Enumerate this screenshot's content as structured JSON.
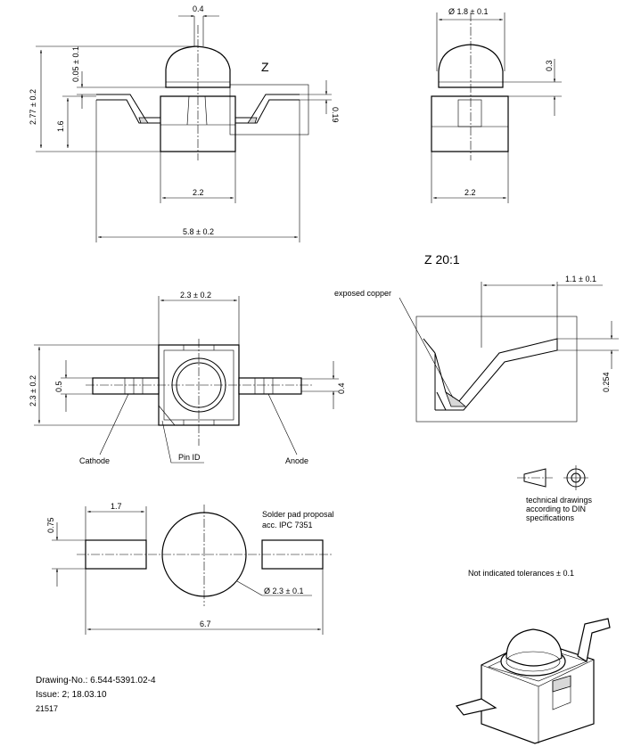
{
  "front_view": {
    "dim_top": "0.4",
    "dim_lens_offset": "0.05 ± 0.1",
    "dim_height": "2.77 ± 0.2",
    "dim_lead_height": "1.6",
    "dim_lead_thk": "0.19",
    "dim_body_w": "2.2",
    "dim_total_w": "5.8 ± 0.2",
    "detail_mark": "Z"
  },
  "side_view": {
    "dim_lens_dia": "Ø 1.8 ± 0.1",
    "dim_lens_h": "0.3",
    "dim_body_w": "2.2"
  },
  "detail_view": {
    "title": "Z 20:1",
    "label_copper": "exposed copper",
    "dim_width": "1.1 ± 0.1",
    "dim_thk": "0.254"
  },
  "top_view": {
    "dim_width": "2.3 ± 0.2",
    "dim_height": "2.3 ± 0.2",
    "dim_lead_w": "0.5",
    "dim_lead_w2": "0.4",
    "label_cathode": "Cathode",
    "label_pin": "Pin ID",
    "label_anode": "Anode"
  },
  "solder_pad": {
    "dim_pad_len": "1.7",
    "dim_pad_h": "0.75",
    "dim_circle": "Ø 2.3 ± 0.1",
    "dim_total": "6.7",
    "label_line1": "Solder pad proposal",
    "label_line2": "acc. IPC 7351"
  },
  "notes": {
    "din_line1": "technical drawings",
    "din_line2": "according to DIN",
    "din_line3": "specifications",
    "tolerance": "Not indicated tolerances ± 0.1"
  },
  "title_block": {
    "drawing_no": "Drawing-No.: 6.544-5391.02-4",
    "issue": "Issue: 2;  18.03.10",
    "code": "21517"
  }
}
